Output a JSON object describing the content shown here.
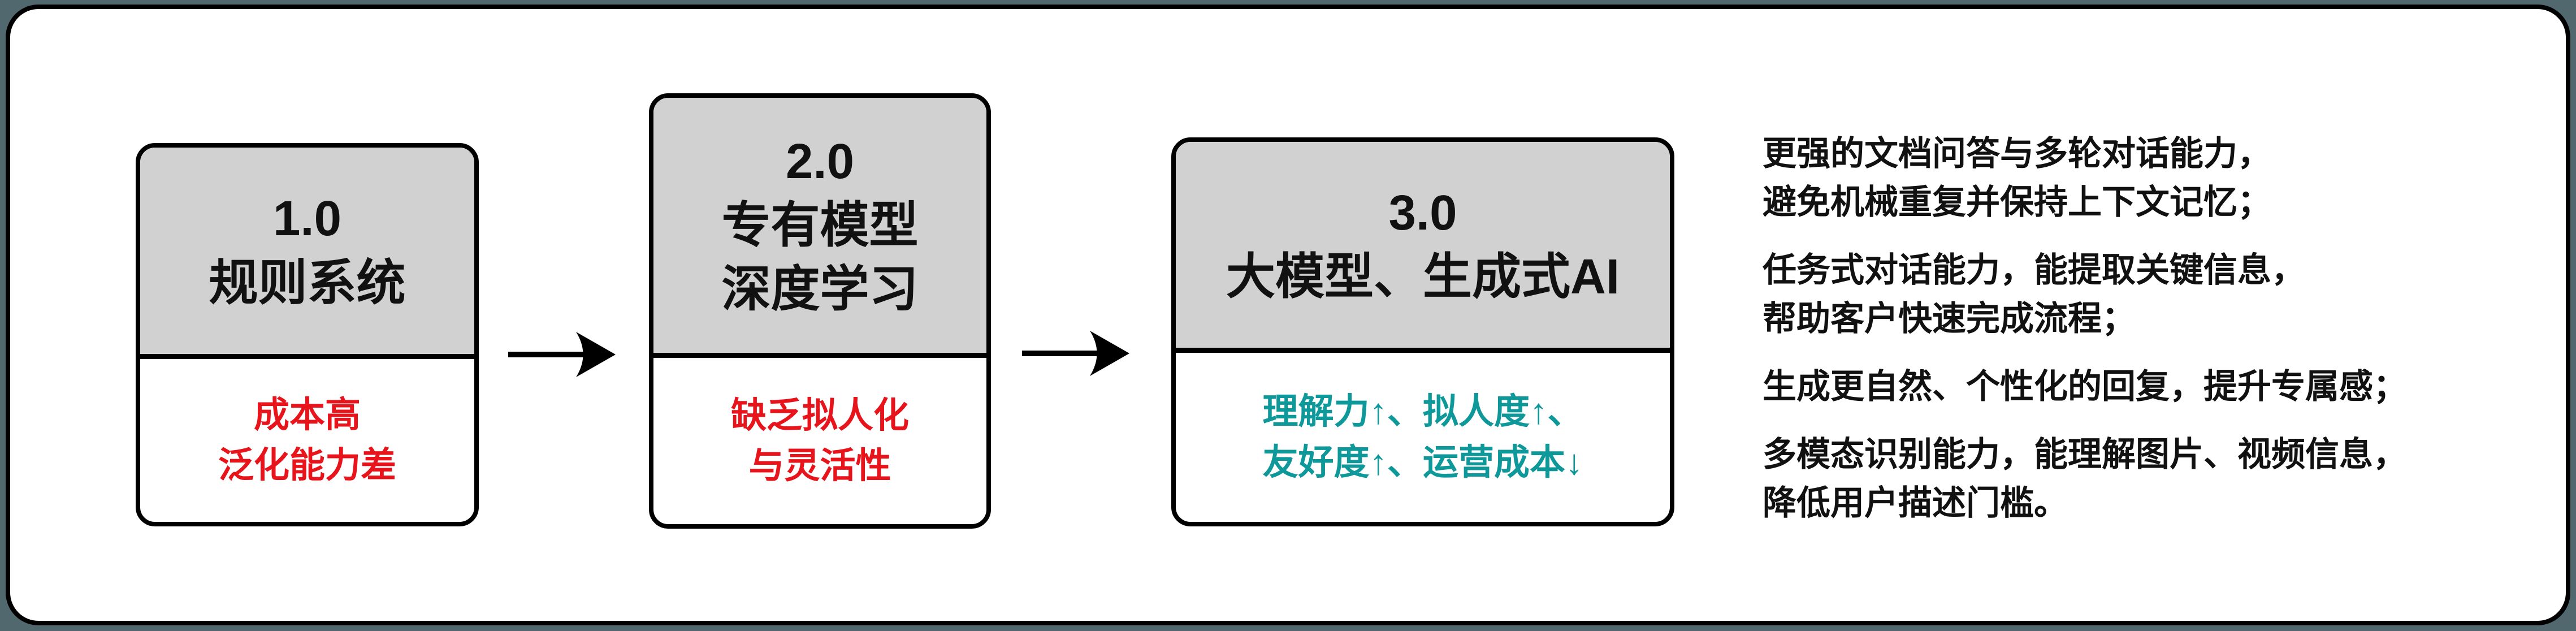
{
  "palette": {
    "page_bg": "#51686f",
    "card_bg": "#ffffff",
    "line": "#000000",
    "stage_header_bg": "#d1d1d1",
    "title_text": "#111111",
    "body_text": "#111111",
    "negative_text": "#e8141c",
    "positive_text": "#0f989a"
  },
  "stages": [
    {
      "title_lines": [
        "1.0",
        "规则系统"
      ],
      "note_lines": [
        "成本高",
        "泛化能力差"
      ],
      "note_tone": "negative"
    },
    {
      "title_lines": [
        "2.0",
        "专有模型",
        "深度学习"
      ],
      "note_lines": [
        "缺乏拟人化",
        "与灵活性"
      ],
      "note_tone": "negative"
    },
    {
      "title_lines": [
        "3.0",
        "大模型、生成式AI"
      ],
      "note_lines": [
        "理解力↑、拟人度↑、",
        "友好度↑、运营成本↓"
      ],
      "note_tone": "positive"
    }
  ],
  "arrows": [
    {
      "icon": "right-arrow-icon"
    },
    {
      "icon": "right-arrow-icon"
    }
  ],
  "benefits": [
    {
      "lines": [
        "更强的文档问答与多轮对话能力，",
        "避免机械重复并保持上下文记忆；"
      ]
    },
    {
      "lines": [
        "任务式对话能力，能提取关键信息，",
        "帮助客户快速完成流程；"
      ]
    },
    {
      "lines": [
        "生成更自然、个性化的回复，提升专属感；"
      ]
    },
    {
      "lines": [
        "多模态识别能力，能理解图片、视频信息，",
        "降低用户描述门槛。"
      ]
    }
  ]
}
